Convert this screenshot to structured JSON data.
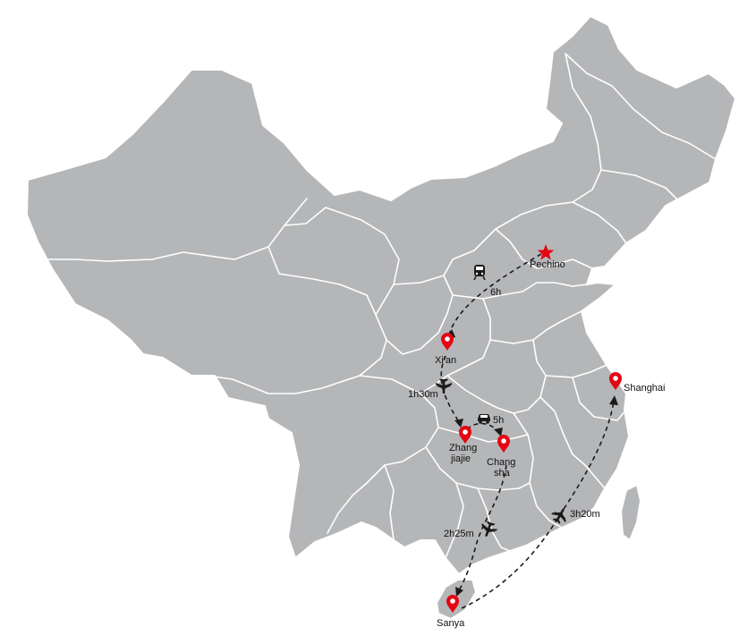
{
  "map": {
    "colors": {
      "land": "#b5b6b8",
      "borders": "#ffffff",
      "route": "#1b1b1b",
      "accent": "#e30613"
    },
    "cities": {
      "pechino": {
        "name": "Pechino",
        "icon": "star-icon"
      },
      "xian": {
        "name": "Xi'an",
        "icon": "map-pin-icon"
      },
      "zhangjiajie": {
        "line1": "Zhang",
        "line2": "jiajie",
        "icon": "map-pin-icon"
      },
      "changsha": {
        "line1": "Chang",
        "line2": "sha",
        "icon": "map-pin-icon"
      },
      "sanya": {
        "name": "Sanya",
        "icon": "map-pin-icon"
      },
      "shanghai": {
        "name": "Shanghai",
        "icon": "map-pin-icon"
      }
    },
    "routes": {
      "pechino_xian": {
        "duration": "6h",
        "icon": "train-icon"
      },
      "xian_zhangjiajie": {
        "duration": "1h30m",
        "icon": "airplane-icon"
      },
      "zhangjiajie_changsha": {
        "duration": "5h",
        "icon": "car-icon"
      },
      "changsha_sanya": {
        "duration": "2h25m",
        "icon": "airplane-icon"
      },
      "sanya_shanghai": {
        "duration": "3h20m",
        "icon": "airplane-icon"
      }
    }
  }
}
